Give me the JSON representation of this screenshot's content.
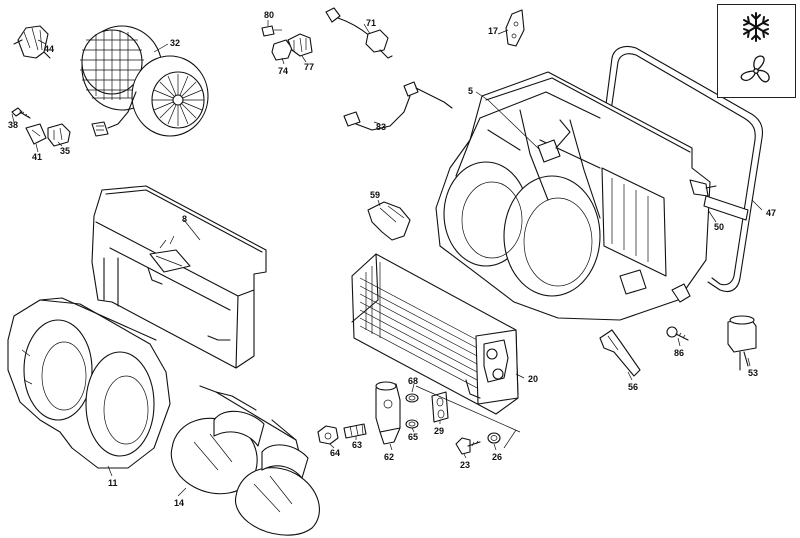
{
  "parts": [
    {
      "id": "p44",
      "label": "44"
    },
    {
      "id": "p32",
      "label": "32"
    },
    {
      "id": "p80",
      "label": "80"
    },
    {
      "id": "p71",
      "label": "71"
    },
    {
      "id": "p17",
      "label": "17"
    },
    {
      "id": "p38",
      "label": "38"
    },
    {
      "id": "p41",
      "label": "41"
    },
    {
      "id": "p35",
      "label": "35"
    },
    {
      "id": "p74",
      "label": "74"
    },
    {
      "id": "p77",
      "label": "77"
    },
    {
      "id": "p5",
      "label": "5"
    },
    {
      "id": "p83",
      "label": "83"
    },
    {
      "id": "p47",
      "label": "47"
    },
    {
      "id": "p8",
      "label": "8"
    },
    {
      "id": "p59",
      "label": "59"
    },
    {
      "id": "p50",
      "label": "50"
    },
    {
      "id": "p86",
      "label": "86"
    },
    {
      "id": "p53",
      "label": "53"
    },
    {
      "id": "p56",
      "label": "56"
    },
    {
      "id": "p20",
      "label": "20"
    },
    {
      "id": "p68",
      "label": "68"
    },
    {
      "id": "p29",
      "label": "29"
    },
    {
      "id": "p65",
      "label": "65"
    },
    {
      "id": "p64",
      "label": "64"
    },
    {
      "id": "p63",
      "label": "63"
    },
    {
      "id": "p62",
      "label": "62"
    },
    {
      "id": "p23",
      "label": "23"
    },
    {
      "id": "p26",
      "label": "26"
    },
    {
      "id": "p11",
      "label": "11"
    },
    {
      "id": "p14",
      "label": "14"
    }
  ],
  "legend": {
    "icons": [
      "snowflake-icon",
      "fan-icon"
    ]
  }
}
